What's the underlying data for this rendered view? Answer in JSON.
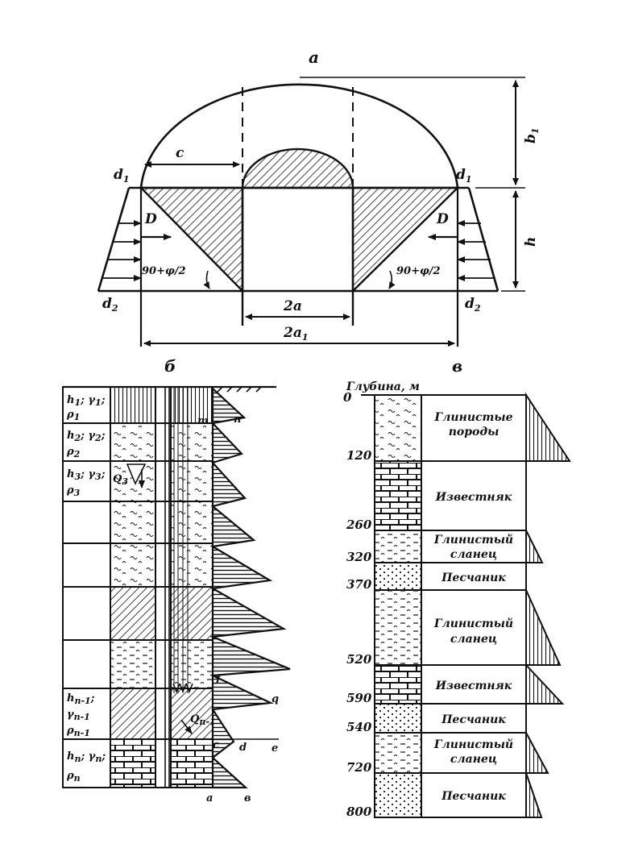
{
  "panel_a": {
    "label": "a",
    "dims": {
      "c": "c",
      "b": "b",
      "b_sub": "1",
      "h": "h",
      "two_a": "2a",
      "two_a1": "2a",
      "two_a1_sub": "1"
    },
    "points": {
      "d": "d",
      "d1_sub": "1",
      "d2_sub": "2"
    },
    "force": "D",
    "angle": "90+φ/2"
  },
  "panel_b": {
    "label": "б",
    "layer_params": [
      {
        "h": "h",
        "hs": "1",
        "g": "γ",
        "gs": "1",
        "r": "ρ",
        "rs": "1"
      },
      {
        "h": "h",
        "hs": "2",
        "g": "γ",
        "gs": "2",
        "r": "ρ",
        "rs": "2"
      },
      {
        "h": "h",
        "hs": "3",
        "g": "γ",
        "gs": "3",
        "r": "ρ",
        "rs": "3"
      },
      {
        "h": "h",
        "hs": "n-1",
        "g": "γ",
        "gs": "n-1",
        "r": "ρ",
        "rs": "n-1"
      },
      {
        "h": "h",
        "hs": "n",
        "g": "γ",
        "gs": "n",
        "r": "ρ",
        "rs": "n"
      }
    ],
    "q3": {
      "q": "Q",
      "sub": "3"
    },
    "qn1": {
      "q": "Q",
      "sub": "n-1"
    },
    "points": {
      "m": "m",
      "n": "n",
      "f": "f",
      "q": "q",
      "c": "c",
      "d": "d",
      "e": "e",
      "a": "a",
      "v": "в"
    }
  },
  "panel_v": {
    "label": "в",
    "depth_header": "Глубина, м",
    "depths": [
      "0",
      "120",
      "260",
      "320",
      "370",
      "520",
      "590",
      "540",
      "720",
      "800"
    ],
    "rocks": [
      [
        "Глинистые",
        "породы"
      ],
      [
        "Известняк"
      ],
      [
        "Глинистый",
        "сланец"
      ],
      [
        "Песчаник"
      ],
      [
        "Глинистый",
        "сланец"
      ],
      [
        "Известняк"
      ],
      [
        "Песчаник"
      ],
      [
        "Глинистый",
        "сланец"
      ],
      [
        "Песчаник"
      ]
    ]
  }
}
